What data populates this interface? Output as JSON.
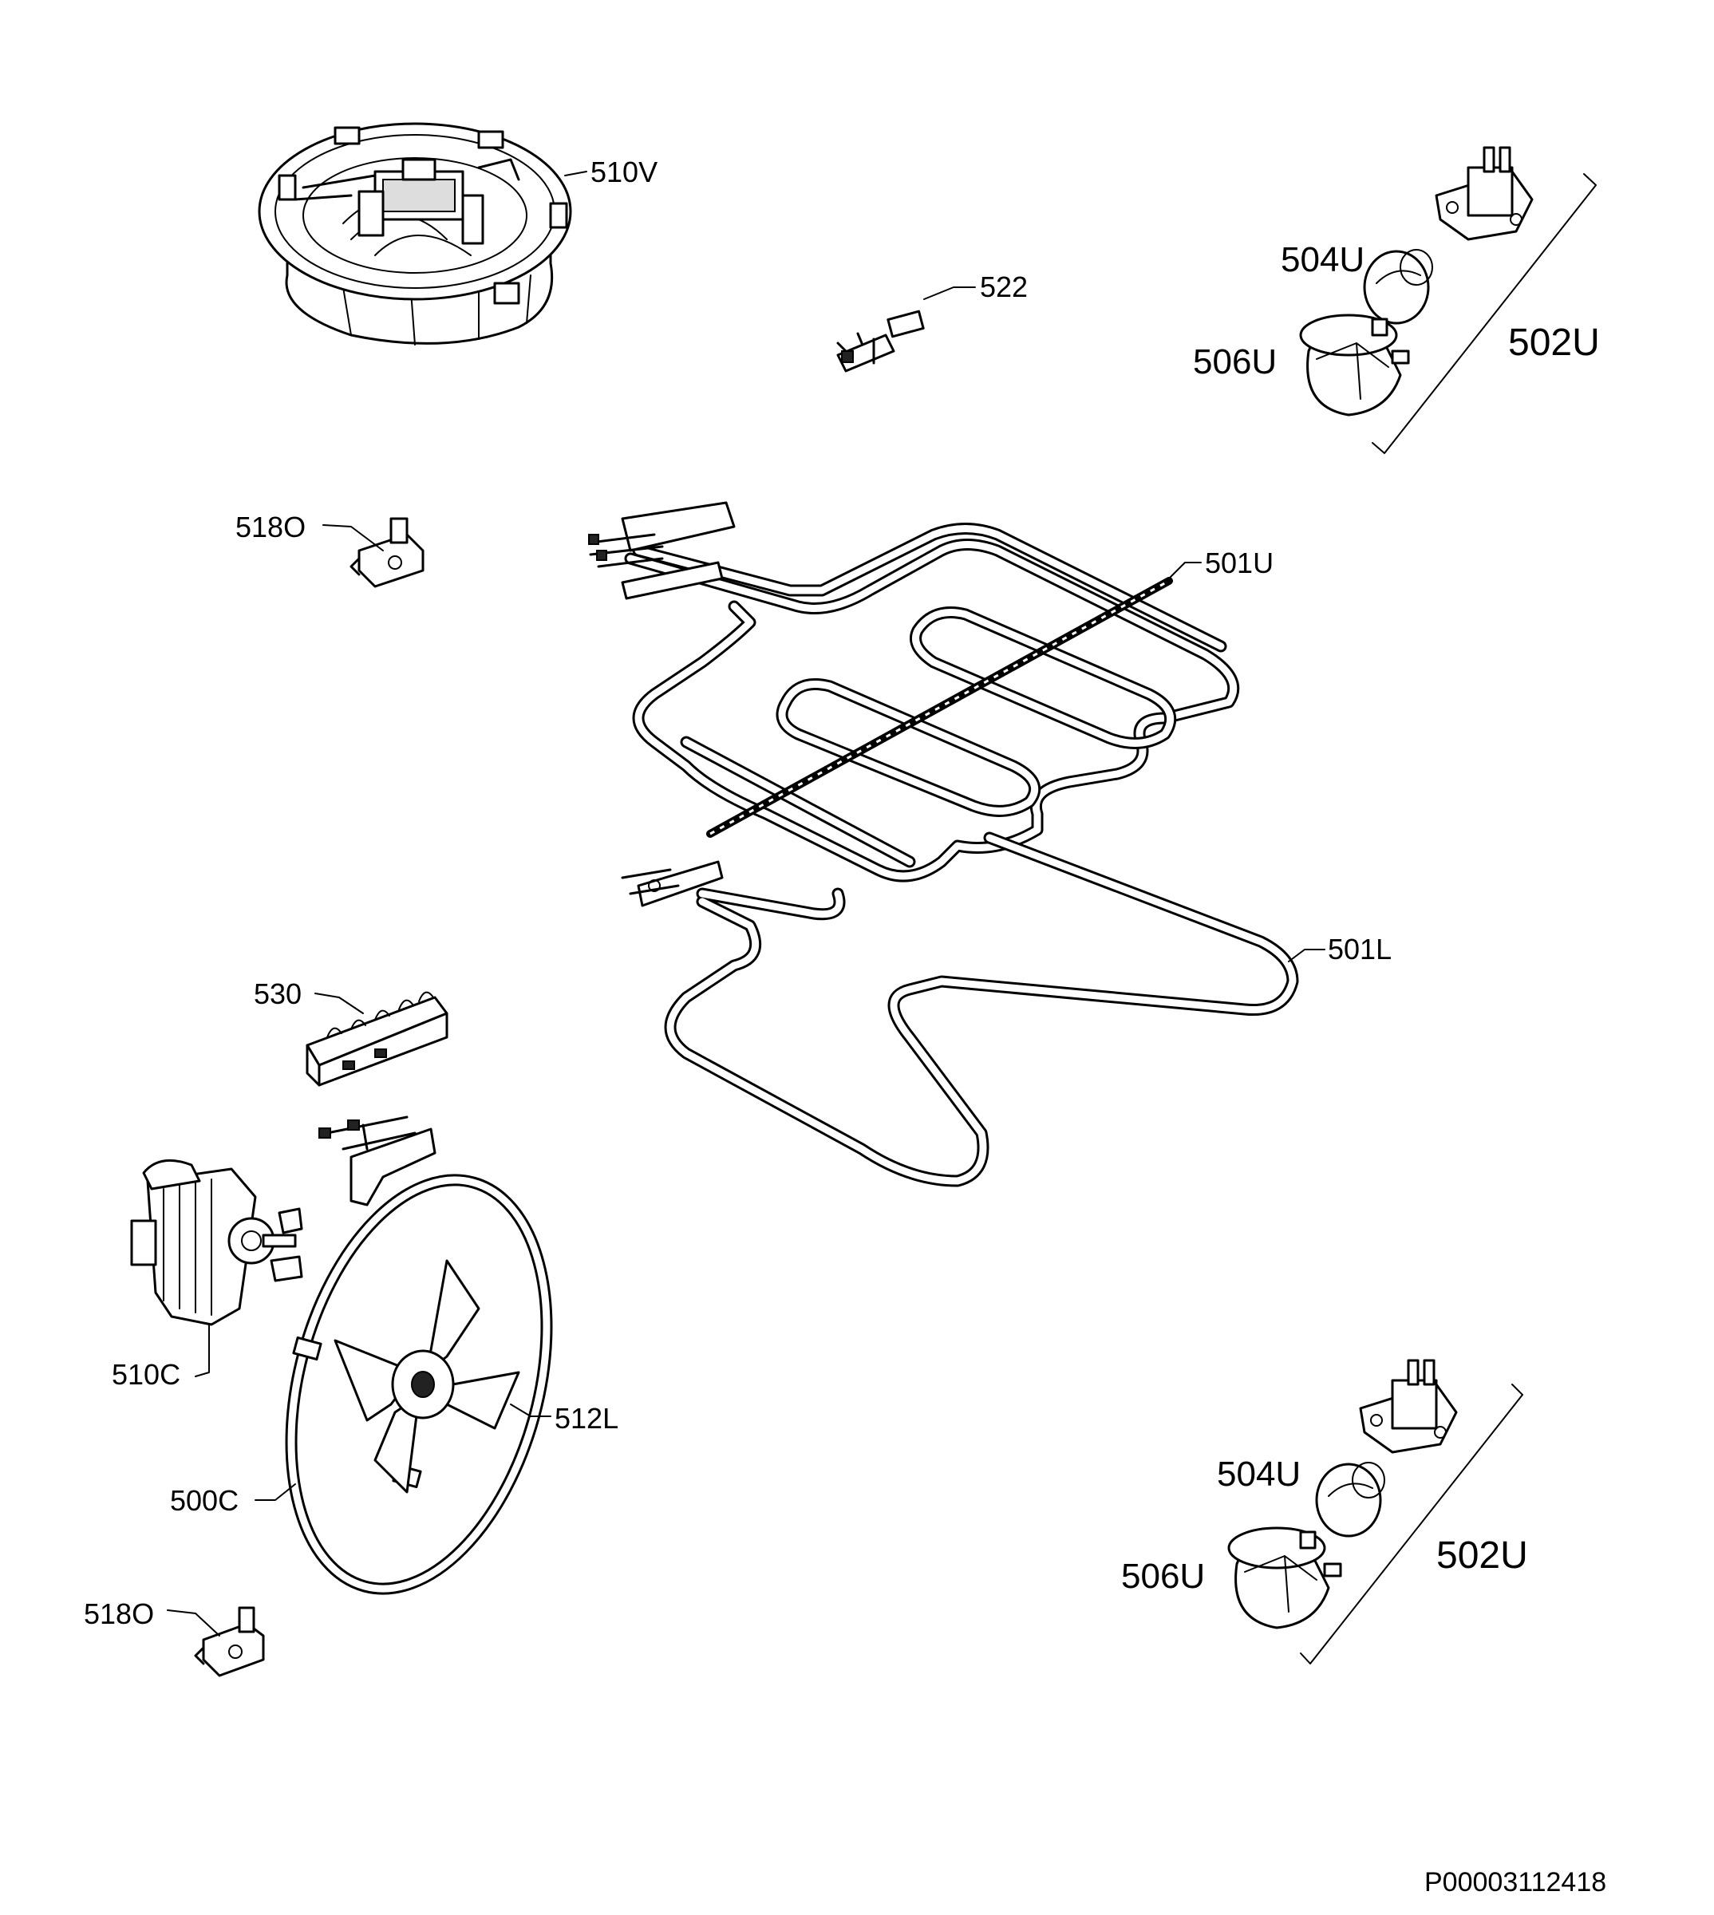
{
  "labels": {
    "510V": "510V",
    "522": "522",
    "504U_top": "504U",
    "506U_top": "506U",
    "502U_top": "502U",
    "518O_top": "518O",
    "501U": "501U",
    "501L": "501L",
    "530": "530",
    "510C": "510C",
    "512L": "512L",
    "500C": "500C",
    "518O_bottom": "518O",
    "504U_bottom": "504U",
    "506U_bottom": "506U",
    "502U_bottom": "502U"
  },
  "drawing_number": "P00003112418"
}
